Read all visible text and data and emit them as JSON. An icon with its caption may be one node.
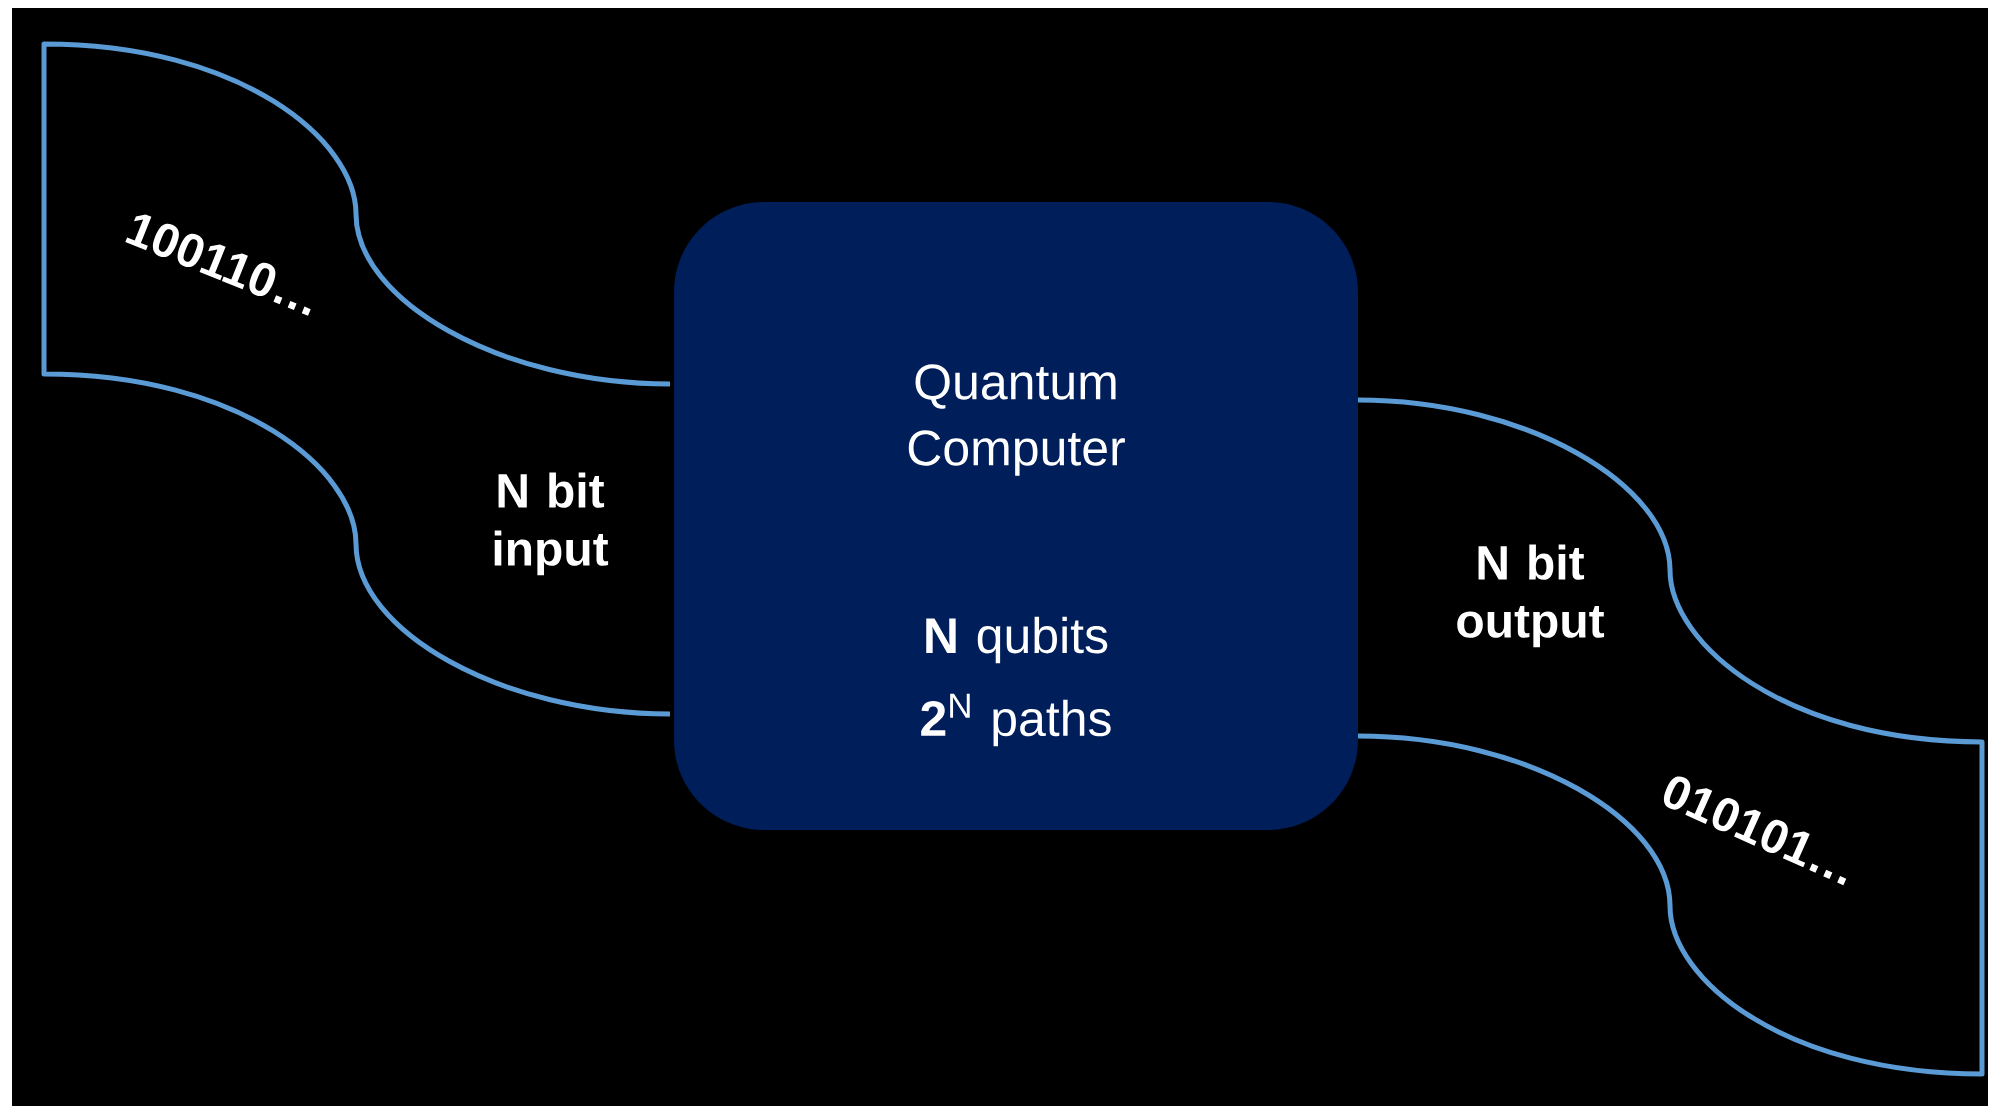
{
  "diagram": {
    "nodes": [
      {
        "text": [
          "100110…",
          "N bit input"
        ]
      },
      {
        "text": [
          "Quantum Computer",
          "**N** qubits",
          "**2**$^{N}$ paths"
        ]
      },
      {
        "text": [
          "N bit output",
          "010101…"
        ]
      }
    ]
  }
}
